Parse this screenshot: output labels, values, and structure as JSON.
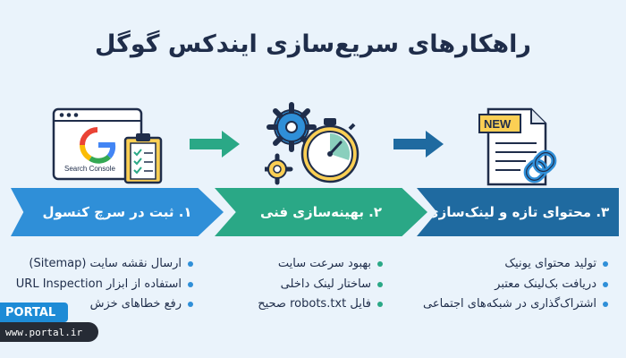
{
  "title": "راهکارهای سریع‌سازی ایندکس گوگل",
  "steps": [
    {
      "label": "۱. ثبت در سرچ کنسول",
      "color": "#2f8fd8",
      "bullets": [
        "ارسال نقشه سایت (Sitemap)",
        "استفاده از ابزار URL Inspection",
        "رفع خطاهای خزش"
      ],
      "dot_color": "#2f8fd8"
    },
    {
      "label": "۲. بهینه‌سازی فنی",
      "color": "#2aa886",
      "bullets": [
        "بهبود سرعت سایت",
        "ساختار لینک داخلی",
        "فایل robots.txt صحیح"
      ],
      "dot_color": "#2aa886"
    },
    {
      "label": "۳. محتوای تازه و لینک‌سازی",
      "color": "#1f6aa0",
      "bullets": [
        "تولید محتوای یونیک",
        "دریافت بک‌لینک معتبر",
        "اشتراک‌گذاری در شبکه‌های اجتماعی"
      ],
      "dot_color": "#2f8fd8"
    }
  ],
  "icons": {
    "step1": "search-console-icon",
    "step2": "gears-stopwatch-icon",
    "step3": "new-document-link-icon"
  },
  "search_console_text": "Search Console",
  "new_badge": "NEW",
  "brand": {
    "badge": "PORTAL",
    "site": "www.portal.ir"
  }
}
